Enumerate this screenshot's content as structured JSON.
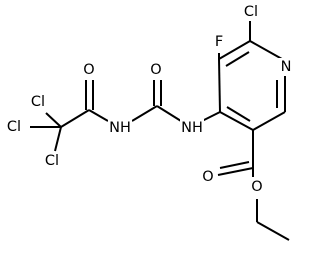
{
  "molecule": {
    "atoms": {
      "cl_ring": "Cl",
      "f_ring": "F",
      "n_ring": "N",
      "nh_urea": "NH",
      "o_urea": "O",
      "nh_amide": "NH",
      "o_amide": "O",
      "cl_top": "Cl",
      "cl_left": "Cl",
      "cl_bottom": "Cl",
      "o_ester_carbonyl": "O",
      "o_ester": "O"
    }
  }
}
